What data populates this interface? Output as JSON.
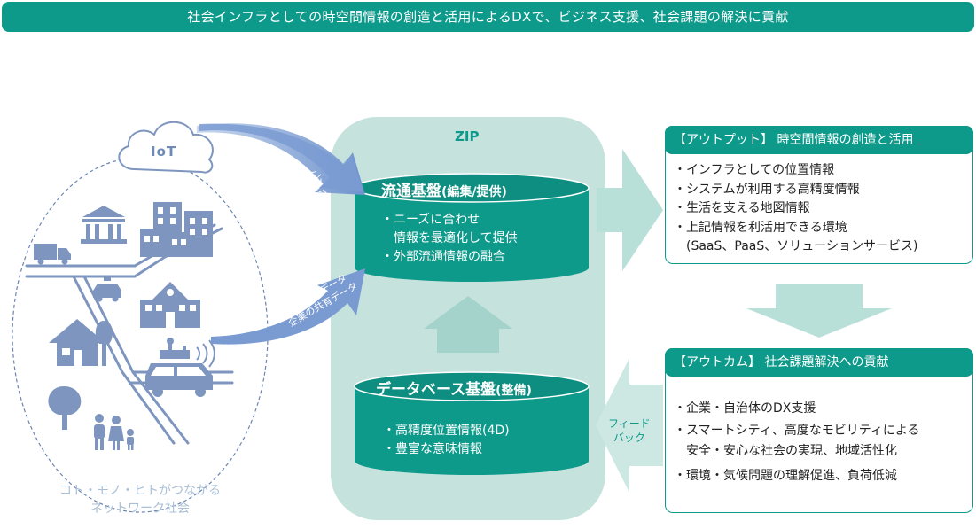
{
  "banner": "社会インフラとしての時空間情報の創造と活用によるDXで、ビジネス支援、社会課題の解決に貢献",
  "society": {
    "iot_label": "IoT",
    "caption_line1": "コト・モノ・ヒトがつながる",
    "caption_line2": "ネットワーク社会"
  },
  "arrows": {
    "realtime_line1": "リアルタイム",
    "realtime_line2": "センシングデータ",
    "open_line1": "オープンデータ",
    "open_line2": "企業の共有データ",
    "feedback_line1": "フィード",
    "feedback_line2": "バック"
  },
  "zip": {
    "label": "ZIP",
    "distribution": {
      "title": "流通基盤",
      "subtitle": "(編集/提供)",
      "items": [
        "・ニーズに合わせ",
        "　情報を最適化して提供",
        "・外部流通情報の融合"
      ]
    },
    "database": {
      "title": "データベース基盤",
      "subtitle": "(整備)",
      "items": [
        "・高精度位置情報(4D)",
        "・豊富な意味情報"
      ]
    }
  },
  "output": {
    "title": "【アウトプット】 時空間情報の創造と活用",
    "items": [
      "・インフラとしての位置情報",
      "・システムが利用する高精度情報",
      "・生活を支える地図情報",
      "・上記情報を利活用できる環境",
      "　(SaaS、PaaS、ソリューションサービス)"
    ]
  },
  "outcome": {
    "title": "【アウトカム】 社会課題解決への貢献",
    "items": [
      "・企業・自治体のDX支援",
      "・スマートシティ、高度なモビリティによる",
      "　安全・安心な社会の実現、地域活性化",
      "・環境・気候問題の理解促進、負荷低減"
    ]
  },
  "colors": {
    "teal": "#0e9a8b",
    "light_teal": "#c2e1dc",
    "arrow_teal": "#a6d4cd",
    "blue_arrow": "#7397cf",
    "icon_blue": "#7e96bf"
  }
}
